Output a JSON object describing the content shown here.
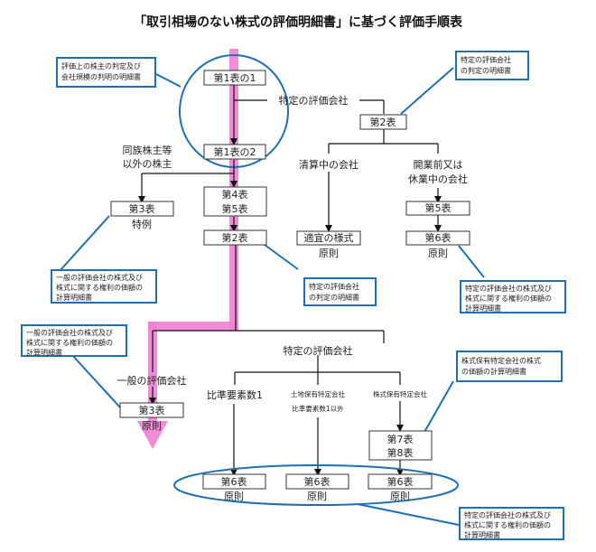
{
  "title": "「取引相場のない株式の評価明細書」に基づく評価手順表",
  "colors": {
    "highlight_path": "#f07fd3",
    "callout": "#1f6fb2",
    "line": "#111111"
  },
  "boxes": {
    "t1_1": "第1表の1",
    "t1_2": "第1表の2",
    "t2_top": "第2表",
    "t3_special": "第3表",
    "t4": "第4表",
    "t5": "第5表",
    "t2_mid": "第2表",
    "appropriate": "適宜の様式",
    "t5_right": "第5表",
    "t6_right": "第6表",
    "t3_general": "第3表",
    "t7": "第7表",
    "t8": "第8表",
    "t6_a": "第6表",
    "t6_b": "第6表",
    "t6_c": "第6表"
  },
  "labels": {
    "specific_company_top": "特定の評価会社",
    "non_family_line1": "同族株主等",
    "non_family_line2": "以外の株主",
    "special_case": "特例",
    "liquidating": "清算中の会社",
    "pre_open_line1": "開業前又は",
    "pre_open_line2": "休業中の会社",
    "principle_appropriate": "原則",
    "principle_right": "原則",
    "specific_company_mid": "特定の評価会社",
    "general_company": "一般の評価会社",
    "principle_general": "原則",
    "ratio_one": "比準要素数1",
    "land_holding_line1": "土地保有特定会社",
    "land_holding_line2": "比準要素数1以外",
    "stock_holding": "株式保有特定会社",
    "principle_a": "原則",
    "principle_b": "原則",
    "principle_c": "原則"
  },
  "notes": {
    "n1": [
      "評価上の株主の判定及び",
      "会社規模の判明の明細書"
    ],
    "n2": [
      "特定の評価会社",
      "の判定の明細書"
    ],
    "n3": [
      "一般の評価会社の株式及び",
      "株式に関する権利の価額の",
      "計算明細書"
    ],
    "n4": [
      "特定の評価会社",
      "の判定の明細書"
    ],
    "n5": [
      "特定の評価会社の株式及び",
      "株式に関する権利の価額の",
      "計算明細書"
    ],
    "n6": [
      "一般の評価会社の株式及び",
      "株式に関する権利の価額の",
      "計算明細書"
    ],
    "n7": [
      "株式保有特定会社の株式",
      "の価額の計算明細書"
    ],
    "n8": [
      "特定の評価会社の株式及び",
      "株式に関する権利の価額の",
      "計算明細書"
    ]
  }
}
